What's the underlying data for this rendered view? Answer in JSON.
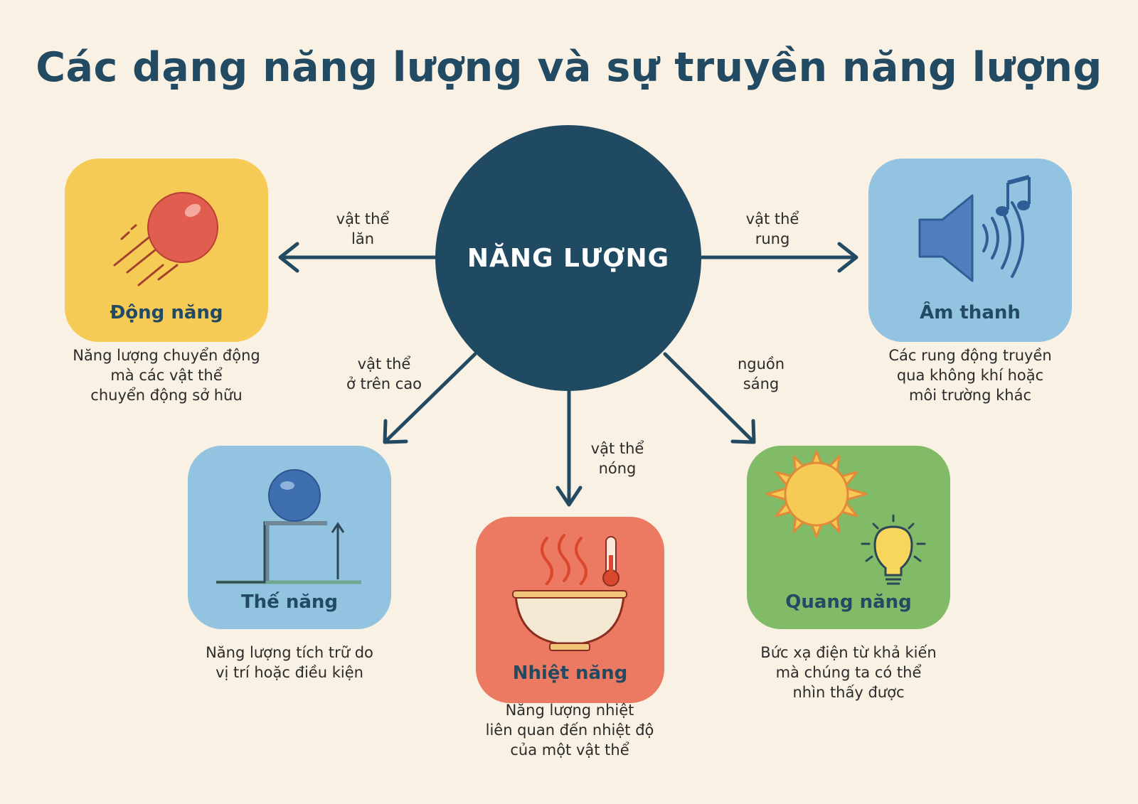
{
  "title": "Các dạng năng lượng và sự truyền năng lượng",
  "center": {
    "label": "NĂNG LƯỢNG",
    "color": "#1f4a62"
  },
  "cards": {
    "kinetic": {
      "name": "Động năng",
      "description": "Năng lượng chuyển động\nmà các vật thể\nchuyển động sở hữu",
      "color": "#f6cb55",
      "icon": "rolling-ball-icon"
    },
    "sound": {
      "name": "Âm thanh",
      "description": "Các rung động truyền\nqua không khí hoặc\nmôi trường khác",
      "color": "#92c3e0",
      "icon": "speaker-icon"
    },
    "potential": {
      "name": "Thế năng",
      "description": "Năng lượng tích trữ do\nvị trí hoặc điều kiện",
      "color": "#92c3e0",
      "icon": "ball-on-ledge-icon"
    },
    "thermal": {
      "name": "Nhiệt năng",
      "description": "Năng lượng nhiệt\nliên quan đến nhiệt độ\ncủa một vật thể",
      "color": "#ec7a62",
      "icon": "hot-bowl-icon"
    },
    "light": {
      "name": "Quang năng",
      "description": "Bức xạ điện từ khả kiến\nmà chúng ta có thể\nnhìn thấy được",
      "color": "#82bb68",
      "icon": "sun-and-bulb-icon"
    }
  },
  "edges": {
    "kinetic": "vật thể\nlăn",
    "sound": "vật thể\nrung",
    "potential": "vật thể\nở trên cao",
    "thermal": "vật thể\nnóng",
    "light": "nguồn\nsáng"
  }
}
